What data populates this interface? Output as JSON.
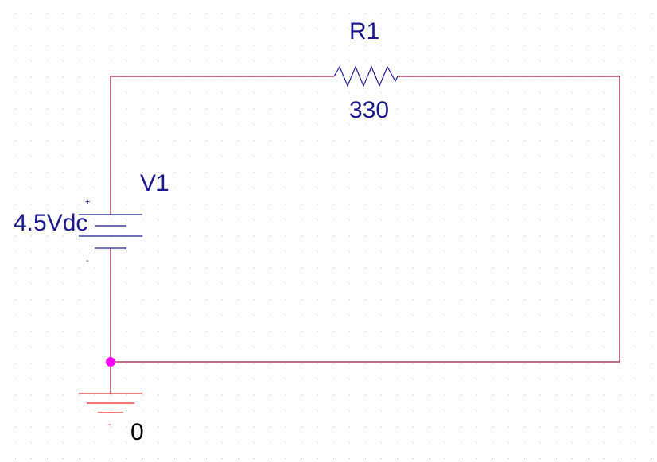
{
  "schematic": {
    "resistor": {
      "refdes": "R1",
      "value": "330"
    },
    "source": {
      "refdes": "V1",
      "value": "4.5Vdc",
      "plus": "+",
      "minus": "-"
    },
    "ground": {
      "net": "0",
      "minus": "-"
    }
  },
  "colors": {
    "wire": "#9b1c45",
    "part": "#1a1a8c",
    "ground": "#ff2020",
    "junction": "#ff00ff",
    "grid": "#c8c8c8"
  }
}
